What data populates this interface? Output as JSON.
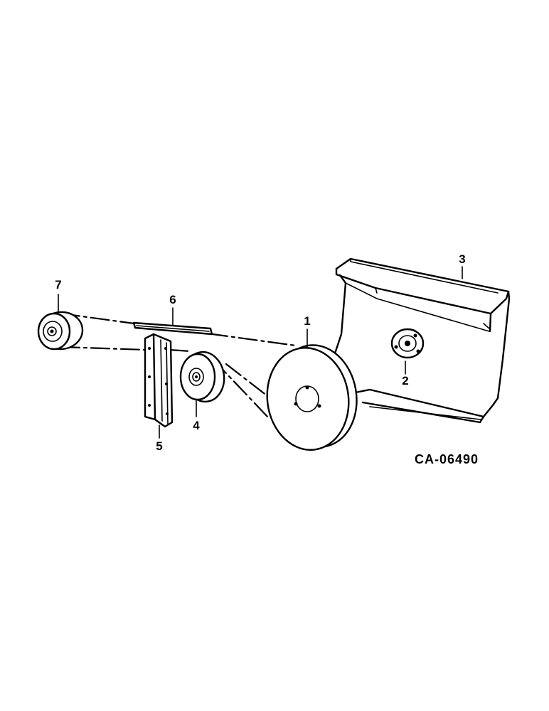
{
  "diagram": {
    "drawing_code": "CA-06490",
    "part_labels": {
      "p1": "1",
      "p2": "2",
      "p3": "3",
      "p4": "4",
      "p5": "5",
      "p6": "6",
      "p7": "7"
    }
  }
}
